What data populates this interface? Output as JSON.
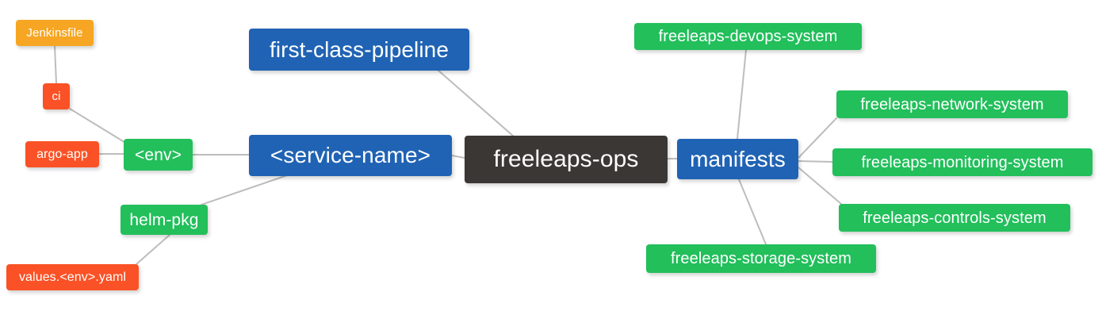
{
  "diagram": {
    "type": "mindmap",
    "title": "freeleaps-ops",
    "background": "#ffffff",
    "edge_color": "#bdbdbd"
  },
  "palette": {
    "root": "#3b3734",
    "blue": "#2063b4",
    "green": "#22bf5b",
    "orange": "#f6a623",
    "red": "#fa5226",
    "text": "#ffffff"
  },
  "nodes": {
    "root": {
      "label": "freeleaps-ops",
      "color": "#3b3734"
    },
    "first_class_pipeline": {
      "label": "first-class-pipeline",
      "color": "#2063b4"
    },
    "service_name": {
      "label": "<service-name>",
      "color": "#2063b4"
    },
    "env": {
      "label": "<env>",
      "color": "#22bf5b"
    },
    "ci": {
      "label": "ci",
      "color": "#fa5226"
    },
    "jenkinsfile": {
      "label": "Jenkinsfile",
      "color": "#f6a623"
    },
    "argo_app": {
      "label": "argo-app",
      "color": "#fa5226"
    },
    "helm_pkg": {
      "label": "helm-pkg",
      "color": "#22bf5b"
    },
    "values_yaml": {
      "label": "values.<env>.yaml",
      "color": "#fa5226"
    },
    "manifests": {
      "label": "manifests",
      "color": "#2063b4"
    },
    "devops_system": {
      "label": "freeleaps-devops-system",
      "color": "#22bf5b"
    },
    "network_system": {
      "label": "freeleaps-network-system",
      "color": "#22bf5b"
    },
    "monitoring_system": {
      "label": "freeleaps-monitoring-system",
      "color": "#22bf5b"
    },
    "controls_system": {
      "label": "freeleaps-controls-system",
      "color": "#22bf5b"
    },
    "storage_system": {
      "label": "freeleaps-storage-system",
      "color": "#22bf5b"
    }
  },
  "edges": [
    {
      "from": "first_class_pipeline",
      "to": "root"
    },
    {
      "from": "service_name",
      "to": "root"
    },
    {
      "from": "env",
      "to": "service_name"
    },
    {
      "from": "ci",
      "to": "env"
    },
    {
      "from": "jenkinsfile",
      "to": "ci"
    },
    {
      "from": "argo_app",
      "to": "env"
    },
    {
      "from": "helm_pkg",
      "to": "service_name"
    },
    {
      "from": "values_yaml",
      "to": "helm_pkg"
    },
    {
      "from": "manifests",
      "to": "root"
    },
    {
      "from": "devops_system",
      "to": "manifests"
    },
    {
      "from": "network_system",
      "to": "manifests"
    },
    {
      "from": "monitoring_system",
      "to": "manifests"
    },
    {
      "from": "controls_system",
      "to": "manifests"
    },
    {
      "from": "storage_system",
      "to": "manifests"
    }
  ]
}
